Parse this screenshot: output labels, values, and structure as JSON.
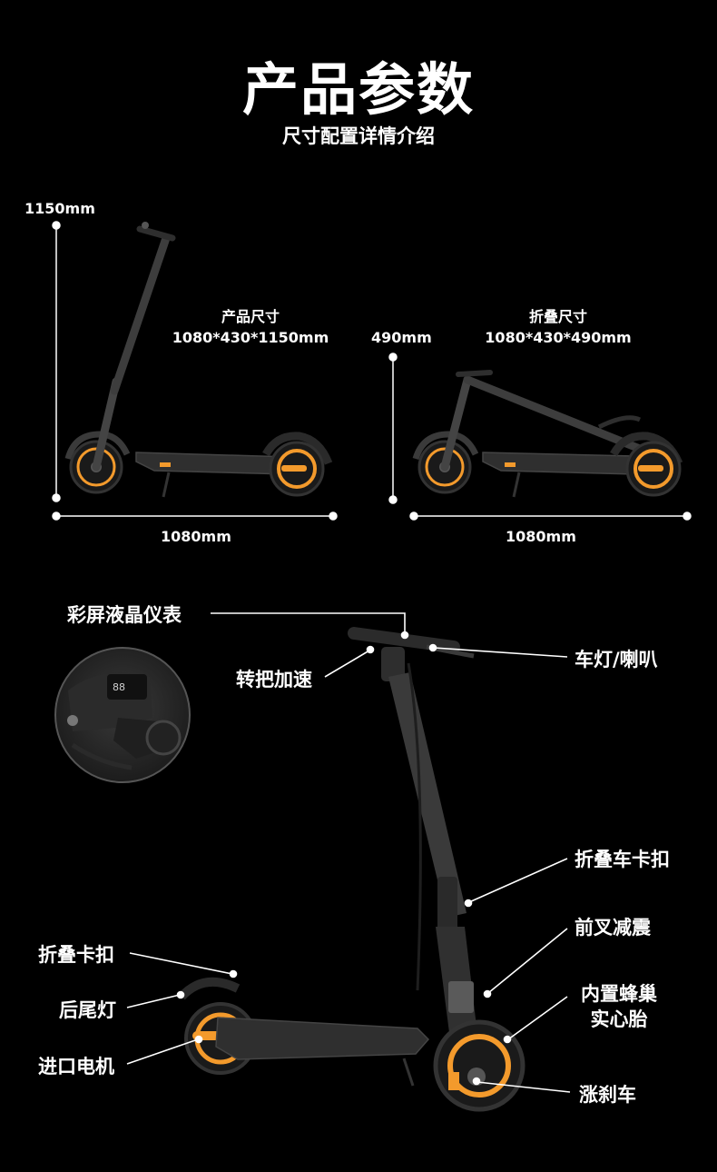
{
  "header": {
    "title": "产品参数",
    "subtitle": "尺寸配置详情介绍"
  },
  "dimensions": {
    "unfolded": {
      "height": "1150mm",
      "length": "1080mm",
      "label": "产品尺寸",
      "size": "1080*430*1150mm"
    },
    "folded": {
      "height": "490mm",
      "length": "1080mm",
      "label": "折叠尺寸",
      "size": "1080*430*490mm"
    }
  },
  "callouts": {
    "display": "彩屏液晶仪表",
    "throttle": "转把加速",
    "light_horn": "车灯/喇叭",
    "fold_latch": "折叠车卡扣",
    "front_suspension": "前叉减震",
    "fold_clip": "折叠卡扣",
    "tyre": [
      "内置蜂巢",
      "实心胎"
    ],
    "tail_light": "后尾灯",
    "motor": "进口电机",
    "brake": "涨刹车"
  },
  "colors": {
    "background": "#000000",
    "text": "#ffffff",
    "accent": "#f39a2c",
    "frame": "#3b3b3b"
  }
}
